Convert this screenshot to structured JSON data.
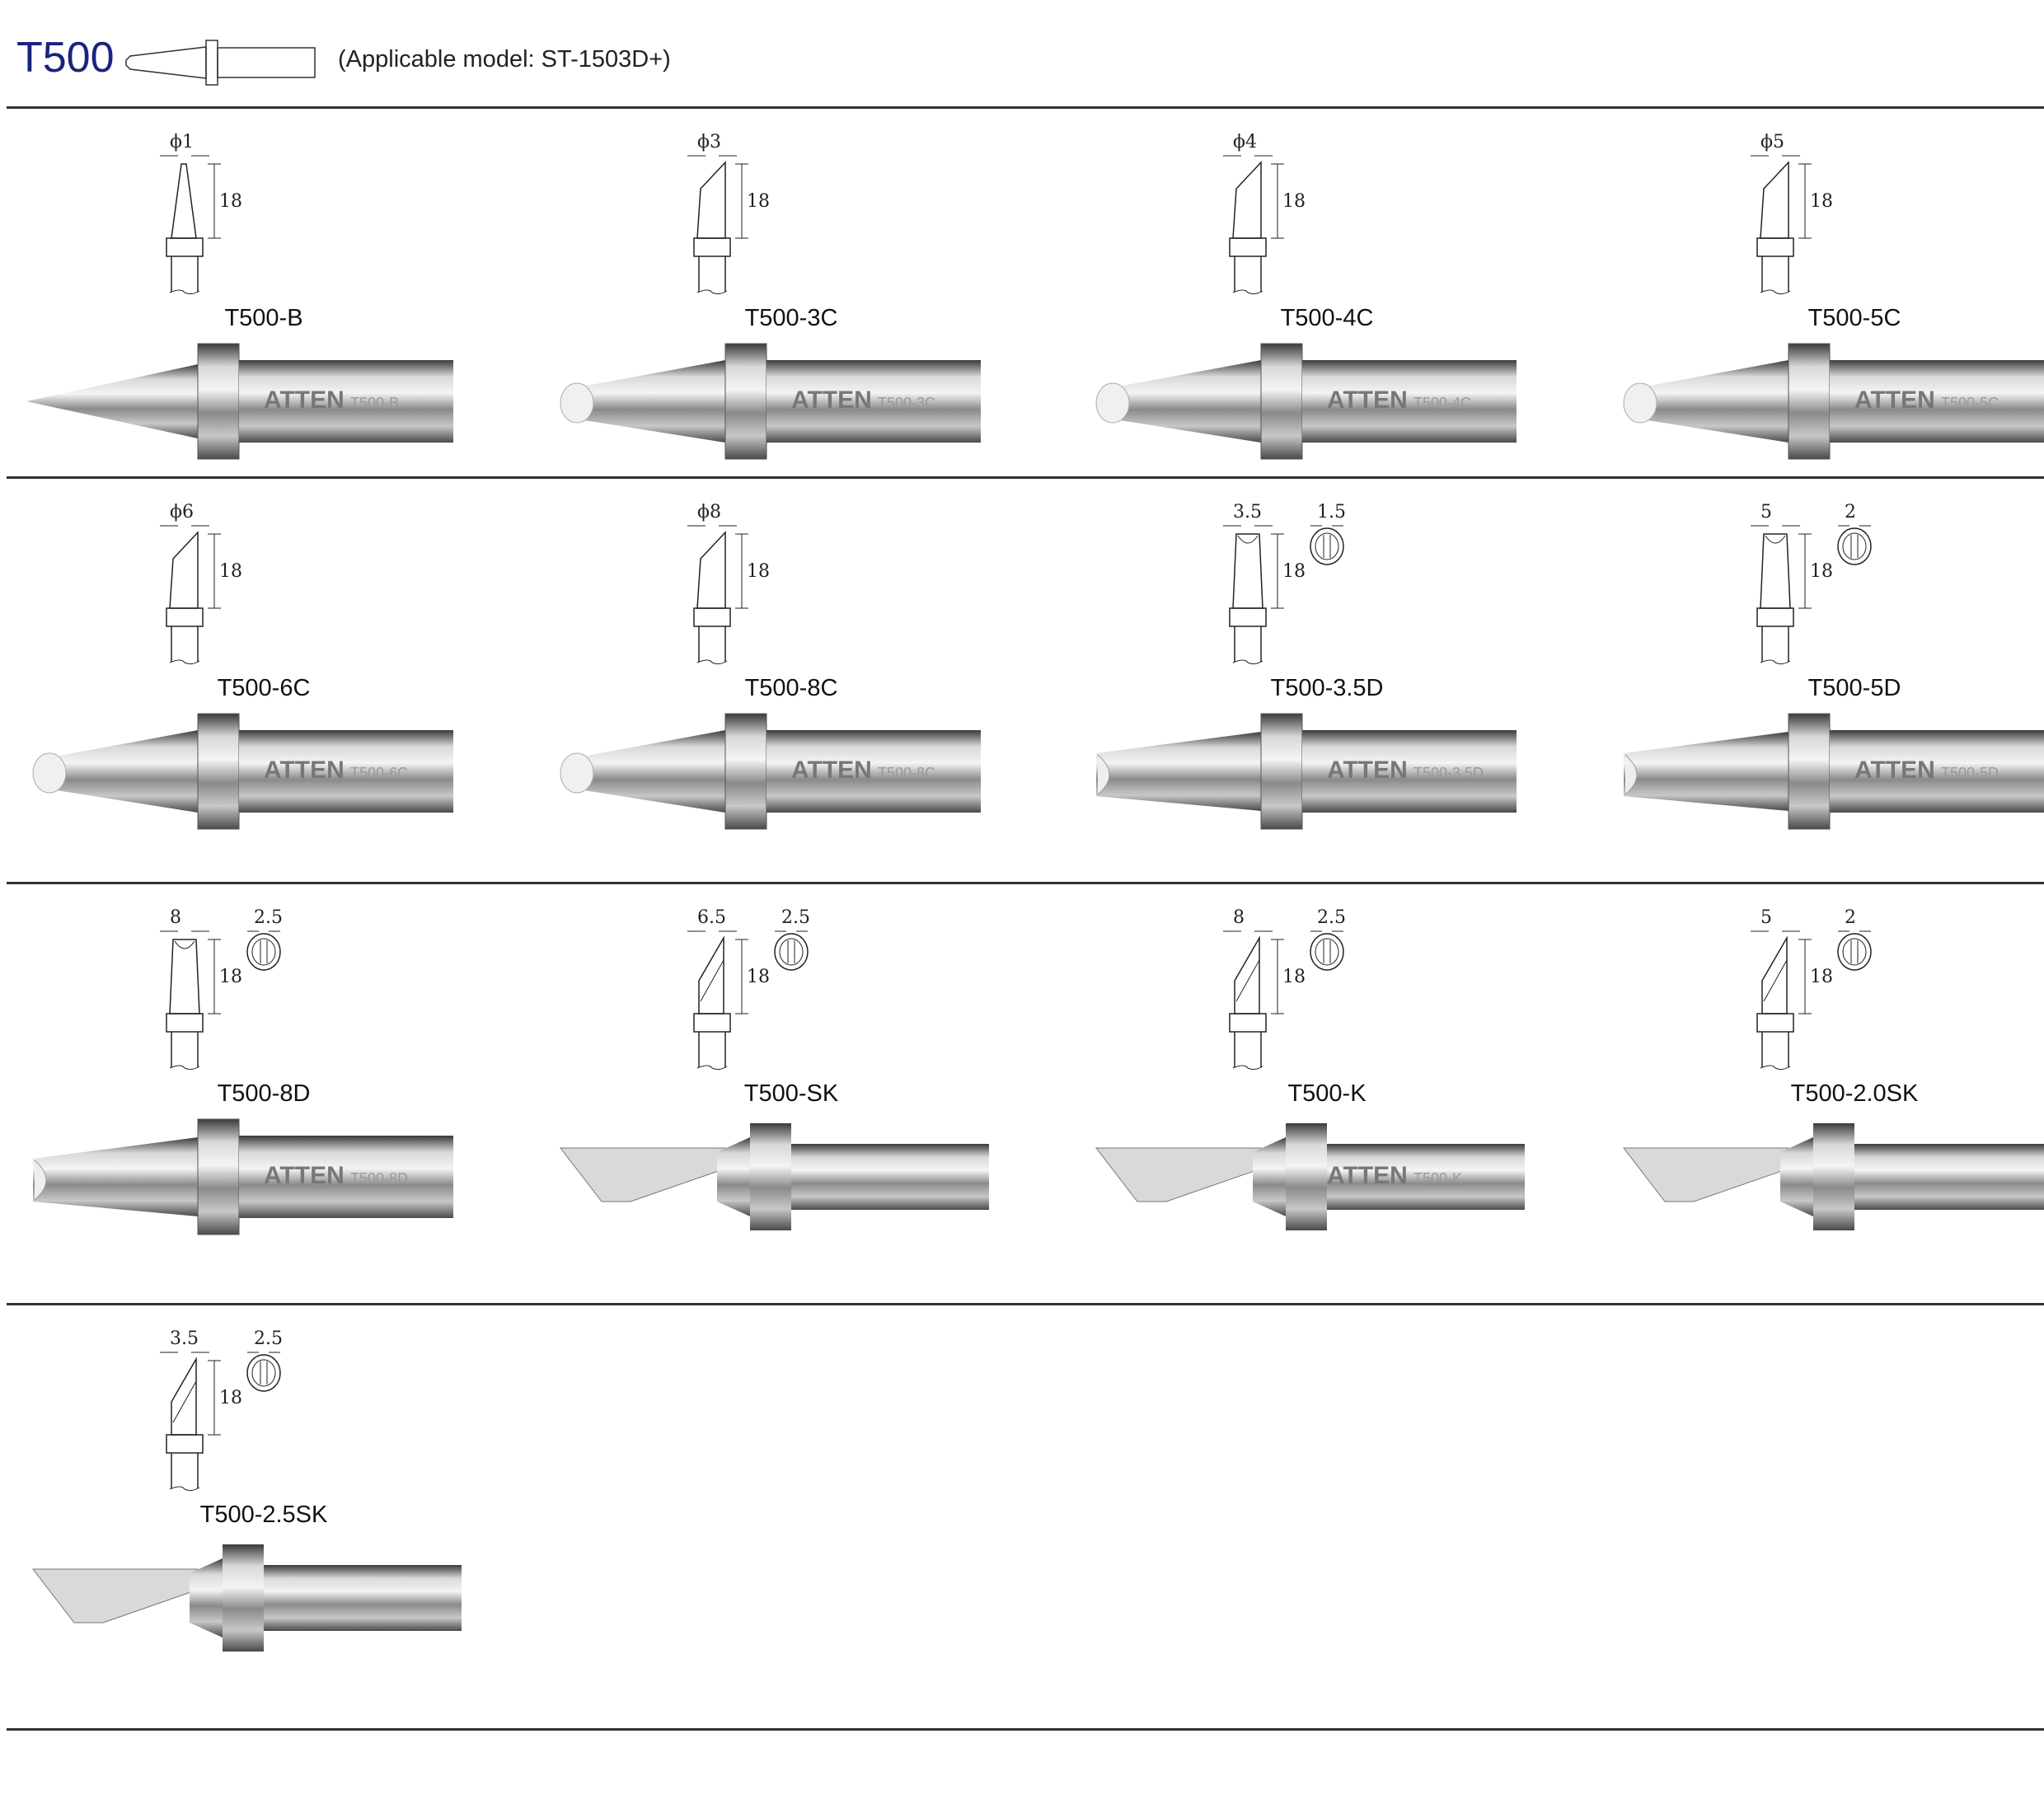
{
  "header": {
    "series": "T500",
    "applicable_model": "(Applicable model: ST-1503D+)"
  },
  "tips": [
    {
      "name": "T500-B",
      "type": "conical",
      "width": "ϕ1",
      "length": "18",
      "thickness": null,
      "brand": "ATTEN",
      "engraving": "T500-B"
    },
    {
      "name": "T500-3C",
      "type": "bevel",
      "width": "ϕ3",
      "length": "18",
      "thickness": null,
      "brand": "ATTEN",
      "engraving": "T500-3C"
    },
    {
      "name": "T500-4C",
      "type": "bevel",
      "width": "ϕ4",
      "length": "18",
      "thickness": null,
      "brand": "ATTEN",
      "engraving": "T500-4C"
    },
    {
      "name": "T500-5C",
      "type": "bevel",
      "width": "ϕ5",
      "length": "18",
      "thickness": null,
      "brand": "ATTEN",
      "engraving": "T500-5C"
    },
    {
      "name": "T500-6C",
      "type": "bevel",
      "width": "ϕ6",
      "length": "18",
      "thickness": null,
      "brand": "ATTEN",
      "engraving": "T500-6C"
    },
    {
      "name": "T500-8C",
      "type": "bevel",
      "width": "ϕ8",
      "length": "18",
      "thickness": null,
      "brand": "ATTEN",
      "engraving": "T500-8C"
    },
    {
      "name": "T500-3.5D",
      "type": "chisel",
      "width": "3.5",
      "length": "18",
      "thickness": "1.5",
      "brand": "ATTEN",
      "engraving": "T500-3.5D"
    },
    {
      "name": "T500-5D",
      "type": "chisel",
      "width": "5",
      "length": "18",
      "thickness": "2",
      "brand": "ATTEN",
      "engraving": "T500-5D"
    },
    {
      "name": "T500-8D",
      "type": "chisel",
      "width": "8",
      "length": "18",
      "thickness": "2.5",
      "brand": "ATTEN",
      "engraving": "T500-8D"
    },
    {
      "name": "T500-SK",
      "type": "knife",
      "width": "6.5",
      "length": "18",
      "thickness": "2.5",
      "brand": null,
      "engraving": null
    },
    {
      "name": "T500-K",
      "type": "knife",
      "width": "8",
      "length": "18",
      "thickness": "2.5",
      "brand": "ATTEN",
      "engraving": "T500-K"
    },
    {
      "name": "T500-2.0SK",
      "type": "knife",
      "width": "5",
      "length": "18",
      "thickness": "2",
      "brand": null,
      "engraving": null
    },
    {
      "name": "T500-2.5SK",
      "type": "knife",
      "width": "3.5",
      "length": "18",
      "thickness": "2.5",
      "brand": null,
      "engraving": null
    }
  ]
}
